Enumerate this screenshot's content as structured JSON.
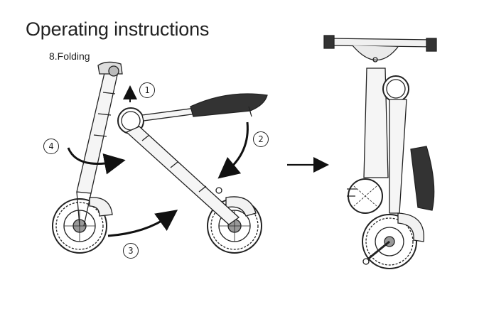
{
  "title": "Operating instructions",
  "subtitle": "8.Folding",
  "steps": [
    "1",
    "2",
    "3",
    "4"
  ],
  "icons": {
    "scooter_unfolded": "scooter-unfolded-illustration",
    "scooter_folded": "scooter-folded-illustration",
    "transition": "arrow-right-icon"
  }
}
